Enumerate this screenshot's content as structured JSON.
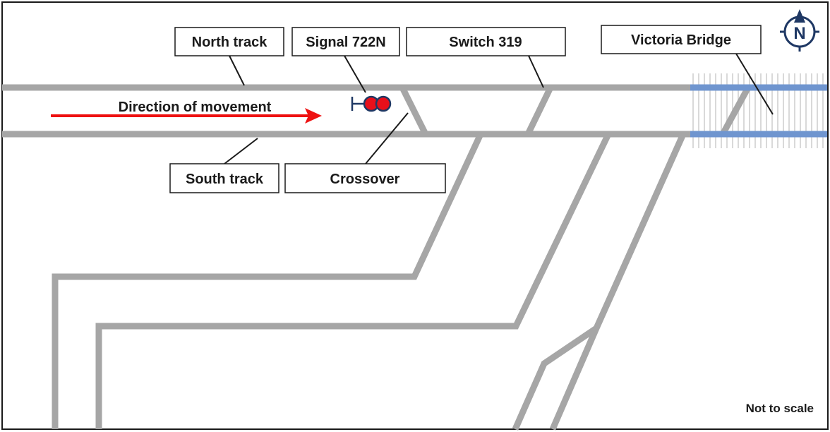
{
  "labels": {
    "north_track": "North track",
    "signal": "Signal 722N",
    "switch": "Switch 319",
    "bridge": "Victoria Bridge",
    "direction": "Direction of movement",
    "south_track": "South track",
    "crossover": "Crossover",
    "scale_note": "Not to scale"
  },
  "compass": {
    "icon": "north-arrow-compass-icon",
    "letter": "N"
  },
  "colors": {
    "track": "#a6a6a6",
    "arrow": "#ee1111",
    "signal_lamp": "#e8101a",
    "signal_outline": "#1f3864",
    "bridge_rail": "#6f95cf",
    "bridge_tie": "#d9d9d9",
    "compass": "#1f3864",
    "border": "#1a1a1a"
  }
}
